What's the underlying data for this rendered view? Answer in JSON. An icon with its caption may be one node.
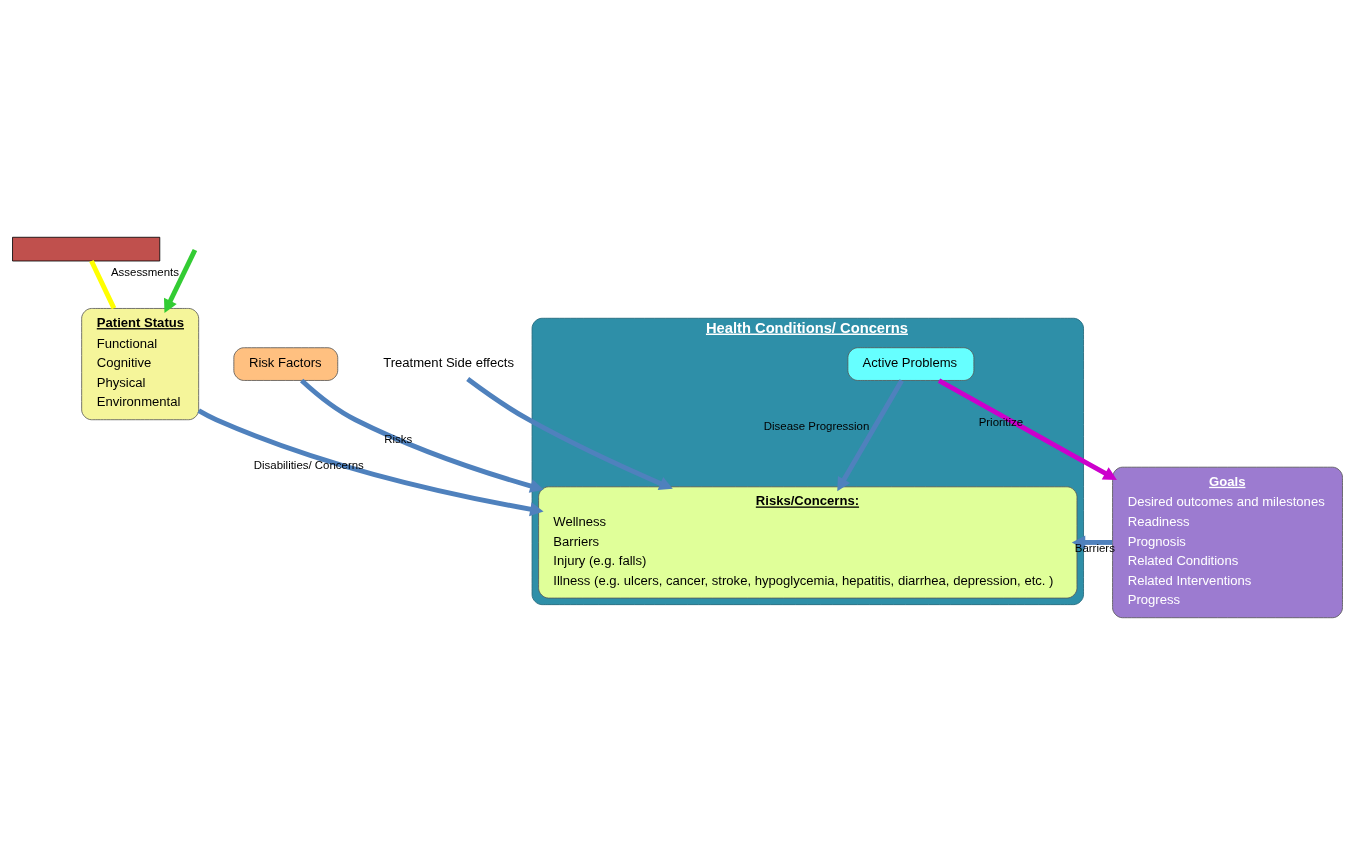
{
  "diagram": {
    "nodes": [
      {
        "text": [
          "Health Conditions/ Concerns"
        ]
      },
      {
        "text": [
          "Active Problems"
        ],
        "in": 0
      },
      {
        "text": [
          "Risks/Concerns:",
          "Wellness",
          "Barriers",
          "Injury (e.g. falls)",
          "Illness (e.g. ulcers, cancer, stroke, hypoglycemia, hepatitis, diarrhea, depression, etc. )"
        ],
        "in": 0
      },
      {
        "text": [
          "Goals",
          "Desired outcomes and milestones",
          "Readiness",
          "Prognosis",
          "Related Conditions",
          "Related Interventions",
          "Progress"
        ]
      },
      {
        "text": [
          "Patient Status",
          "Functional",
          "Cognitive",
          "Physical",
          "Environmental"
        ]
      },
      {
        "text": [
          "Risk Factors"
        ]
      },
      {
        "text": [
          "Treatment Side effects"
        ]
      },
      {
        "text": [],
        "shape": "box"
      }
    ],
    "edges": [
      {
        "from": 1,
        "to": 2,
        "arrow": "to",
        "label": "Disease Progression"
      },
      {
        "from": 1,
        "to": 3,
        "arrow": "to",
        "label": "Prioritize",
        "color": "#cc00cc"
      },
      {
        "from": 3,
        "to": 2,
        "arrow": "to",
        "label": "Barriers"
      },
      {
        "from": 4,
        "to": 2,
        "arrow": "to",
        "label": "Disabilities/ Concerns"
      },
      {
        "from": 5,
        "to": 2,
        "arrow": "to",
        "label": "Risks"
      },
      {
        "from": 6,
        "to": 2,
        "arrow": "to"
      },
      {
        "from": null,
        "to": 4,
        "arrow": "to",
        "label": "Assessments",
        "color": "#33cc33"
      },
      {
        "from": 7,
        "to": 4,
        "arrow": "none",
        "color": "#ffff00"
      }
    ]
  }
}
